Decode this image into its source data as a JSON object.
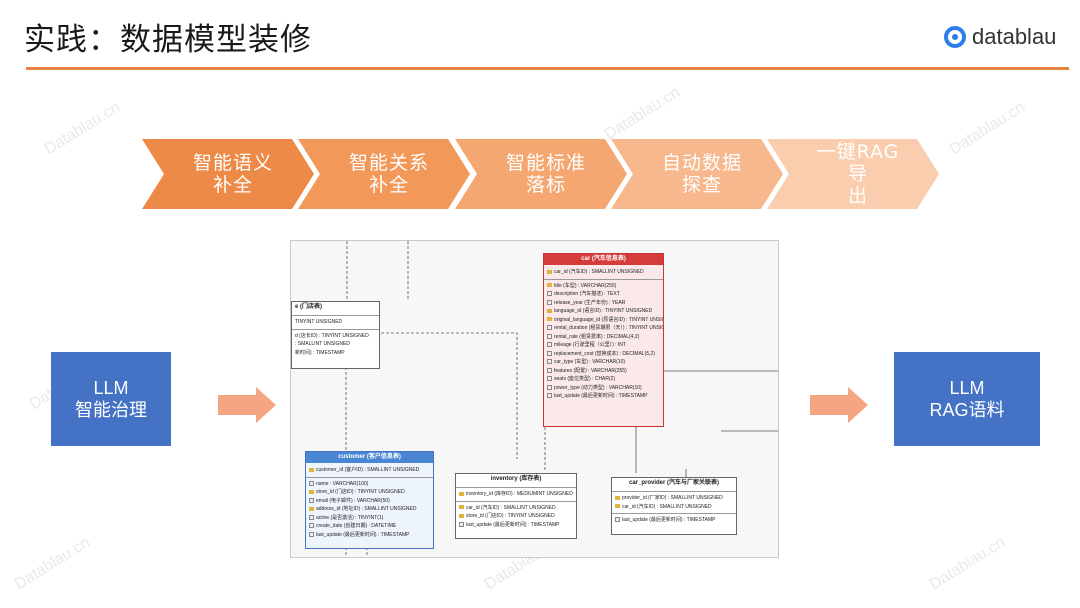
{
  "header": {
    "title": "实践：数据模型装修",
    "logo_text": "datablau",
    "accent_color": "#e8823e"
  },
  "watermark": "Datablau.cn",
  "steps": [
    {
      "line1": "智能语义",
      "line2": "补全",
      "color": "#ee8a47"
    },
    {
      "line1": "智能关系",
      "line2": "补全",
      "color": "#f29859"
    },
    {
      "line1": "智能标准",
      "line2": "落标",
      "color": "#f4a771"
    },
    {
      "line1": "自动数据",
      "line2": "探查",
      "color": "#f6b88c"
    },
    {
      "line1": "一键RAG导",
      "line2": "出",
      "color": "#f9cdae"
    }
  ],
  "left_box": {
    "line1": "LLM",
    "line2": "智能治理",
    "color": "#4472c4"
  },
  "right_box": {
    "line1": "LLM",
    "line2": "RAG语料",
    "color": "#4472c4"
  },
  "erd": {
    "store": {
      "title": "e (门店表)",
      "key_rows": [
        "TINYINT UNSIGNED"
      ],
      "rows": [
        "d (店长ID) : TINYINT UNSIGNED",
        ": SMALLINT UNSIGNED",
        "新时间) : TIMESTAMP"
      ]
    },
    "car": {
      "title": "car (汽车信息表)",
      "key_rows": [
        "car_id (汽车ID) : SMALLINT UNSIGNED"
      ],
      "rows": [
        "title (车型) : VARCHAR(255)",
        "description (汽车描述) : TEXT",
        "release_year (生产年份) : YEAR",
        "language_id (语言ID) : TINYINT UNSIGNED",
        "original_language_id (原语言ID) : TINYINT UNSIGNED",
        "rental_duration (租赁期限（天）) : TINYINT UNSIG...",
        "rental_rate (租赁费率) : DECIMAL(4,2)",
        "mileage (行驶里程（公里）) : INT",
        "replacement_cost (替换成本) : DECIMAL(5,2)",
        "car_type (车型) : VARCHAR(10)",
        "features (配置) : VARCHAR(255)",
        "seats (座位类型) : CHAR(2)",
        "power_type (动力类型) : VARCHAR(10)",
        "last_update (最后更新时间) : TIMESTAMP"
      ]
    },
    "customer": {
      "title": "customer (客户信息表)",
      "key_rows": [
        "customer_id (客户ID) : SMALLINT UNSIGNED"
      ],
      "rows": [
        "name : VARCHAR(100)",
        "store_id (门店ID) : TINYINT UNSIGNED",
        "email (电子邮件) : VARCHAR(50)",
        "address_id (地址ID) : SMALLINT UNSIGNED",
        "active (是否激活) : TINYINT(1)",
        "create_date (创建日期) : DATETIME",
        "last_update (最后更新时间) : TIMESTAMP"
      ]
    },
    "inventory": {
      "title": "inventory (库存表)",
      "key_rows": [
        "inventory_id (库存ID) : MEDIUMINT UNSIGNED"
      ],
      "rows": [
        "car_id (汽车ID) : SMALLINT UNSIGNED",
        "store_id (门店ID) : TINYINT UNSIGNED",
        "last_update (最后更新时间) : TIMESTAMP"
      ]
    },
    "car_provider": {
      "title": "car_provider (汽车与厂家关联表)",
      "key_rows": [
        "provider_id (厂家ID) : SMALLINT UNSIGNED",
        "car_id (汽车ID) : SMALLINT UNSIGNED"
      ],
      "rows": [
        "last_update (最后更新时间) : TIMESTAMP"
      ]
    }
  }
}
